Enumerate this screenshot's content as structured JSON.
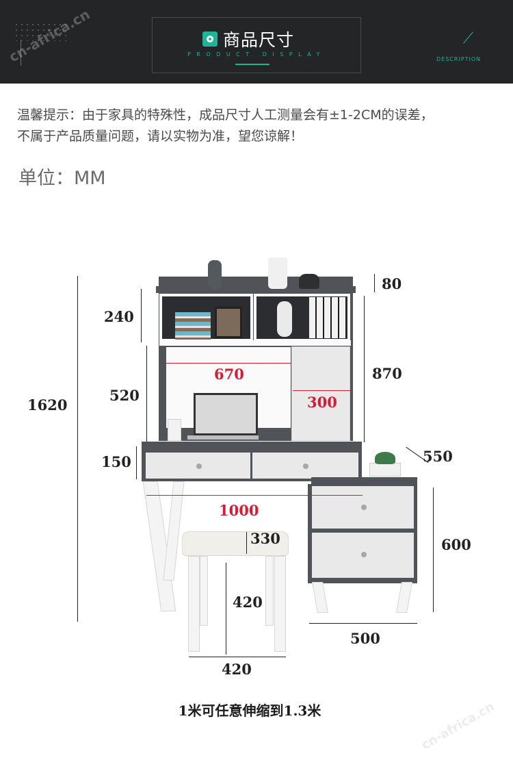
{
  "header": {
    "title": "商品尺寸",
    "subtitle": "PRODUCT DISPLAY",
    "right_label": "DESCRIPTION",
    "watermark": "cn-africa.cn"
  },
  "notice": {
    "line1": "温馨提示：由于家具的特殊性，成品尺寸人工测量会有±1-2CM的误差，",
    "line2": "不属于产品质量问题，请以实物为准，望您谅解！"
  },
  "unit_label": "单位：MM",
  "dimensions": {
    "total_height": "1620",
    "shelf_height": "240",
    "hutch_open_height": "520",
    "drawer_height": "150",
    "top_rail": "80",
    "hutch_height": "870",
    "hutch_width": "670",
    "cabinet_door_width": "300",
    "side_depth": "550",
    "desk_width": "1000",
    "stool_top": "330",
    "stool_height": "420",
    "stool_width": "420",
    "cabinet_height": "600",
    "cabinet_width": "500"
  },
  "caption": "1米可任意伸缩到1.3米",
  "colors": {
    "banner": "#232526",
    "accent": "#1fb39a",
    "red_dimension": "#d41c35",
    "furniture_dark": "#505357",
    "furniture_light": "#e9e9e9"
  },
  "icons": [
    "camera-icon",
    "slash-icon"
  ]
}
